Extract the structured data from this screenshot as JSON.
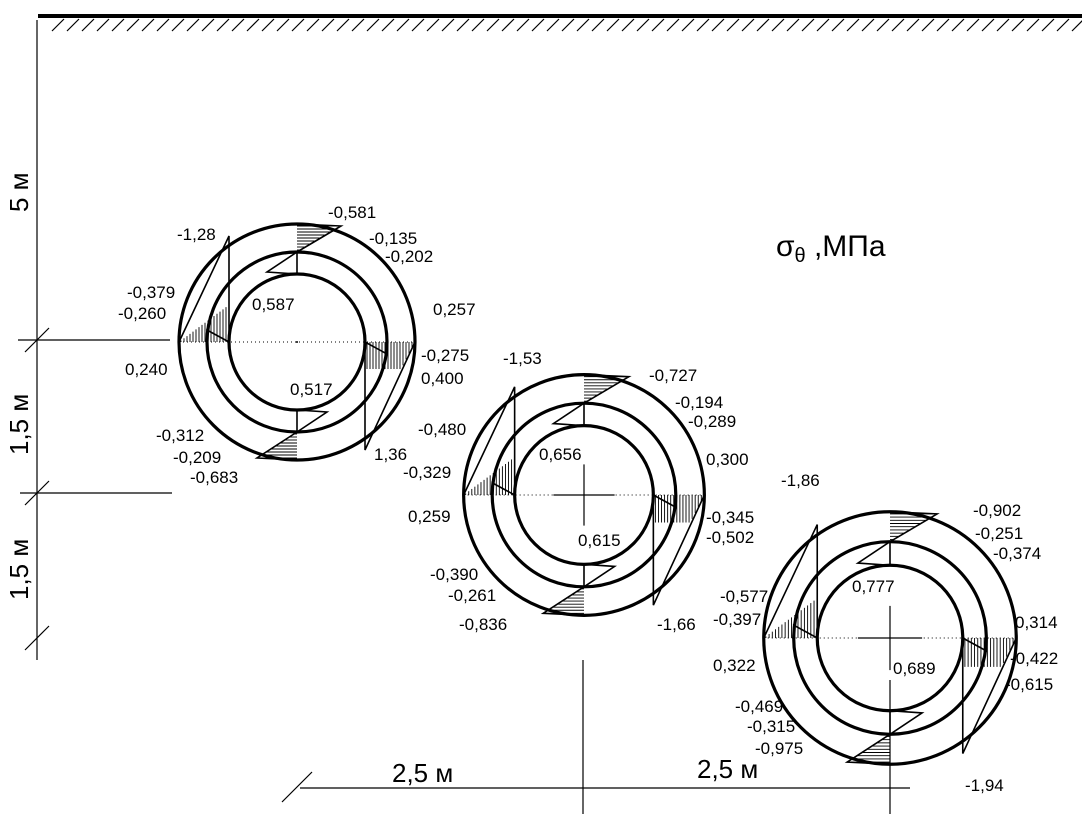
{
  "title": {
    "symbol": "σ",
    "subscript": "θ",
    "unit": " ,МПа"
  },
  "dimensions": {
    "left_top": "5 м",
    "left_mid": "1,5 м",
    "left_bottom": "1,5 м",
    "bottom_left": "2,5 м",
    "bottom_right": "2,5 м"
  },
  "tunnels": [
    {
      "name": "tunnel-1",
      "labels": {
        "top": "-0,581",
        "top_r1": "-0,135",
        "top_r2": "-0,202",
        "left_top": "-1,28",
        "left_a": "-0,379",
        "left_b": "-0,260",
        "left_c": "0,240",
        "inner_top": "0,587",
        "inner_bottom": "0,517",
        "right_a": "0,257",
        "right_b": "-0,275",
        "right_c": "0,400",
        "right_bottom": "1,36",
        "bottom_a": "-0,312",
        "bottom_b": "-0,209",
        "bottom_c": "-0,683"
      }
    },
    {
      "name": "tunnel-2",
      "labels": {
        "top": "-0,727",
        "top_r1": "-0,194",
        "top_r2": "-0,289",
        "left_top": "-1,53",
        "left_a": "-0,480",
        "left_b": "-0,329",
        "left_c": "0,259",
        "inner_top": "0,656",
        "inner_bottom": "0,615",
        "right_a": "0,300",
        "right_b": "-0,345",
        "right_c": "-0,502",
        "right_bottom": "-1,66",
        "bottom_a": "-0,390",
        "bottom_b": "-0,261",
        "bottom_c": "-0,836"
      }
    },
    {
      "name": "tunnel-3",
      "labels": {
        "top": "-0,902",
        "top_r1": "-0,251",
        "top_r2": "-0,374",
        "left_top": "-1,86",
        "left_a": "-0,577",
        "left_b": "-0,397",
        "left_c": "0,322",
        "inner_top": "0,777",
        "inner_bottom": "0,689",
        "right_a": "0,314",
        "right_b": "-0,422",
        "right_c": "-0,615",
        "right_bottom": "-1,94",
        "bottom_a": "-0,469",
        "bottom_b": "-0,315",
        "bottom_c": "-0,975"
      }
    }
  ]
}
